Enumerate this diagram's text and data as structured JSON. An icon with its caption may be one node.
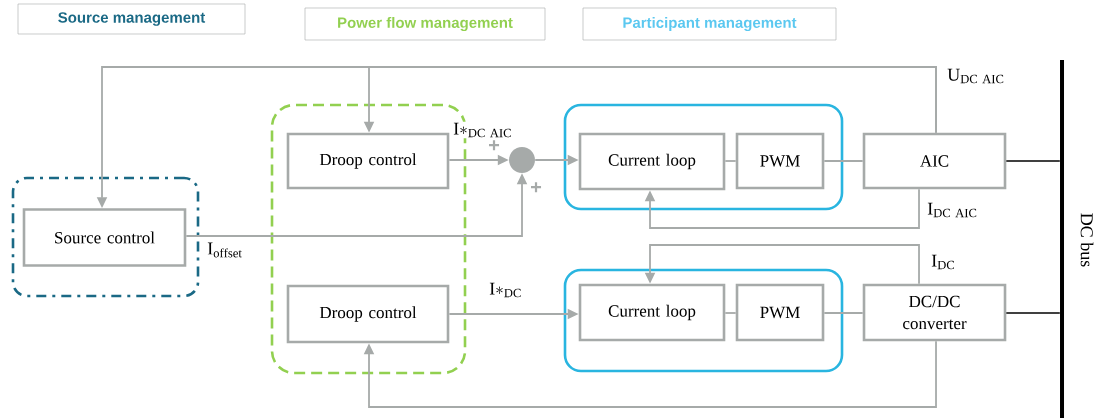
{
  "diagram": {
    "nodes": [
      {
        "text": [
          "Source management"
        ]
      },
      {
        "text": [
          "Power flow management"
        ]
      },
      {
        "text": [
          "Participant management"
        ]
      },
      {
        "text": [],
        "shape": "box"
      },
      {
        "text": [
          "Source control"
        ],
        "in": 3
      },
      {
        "text": [],
        "shape": "box"
      },
      {
        "text": [
          "Droop control"
        ],
        "in": 5
      },
      {
        "text": [
          "Droop control"
        ],
        "in": 5
      },
      {
        "text": [],
        "shape": "circle"
      },
      {
        "text": [],
        "shape": "box"
      },
      {
        "text": [
          "Current loop"
        ],
        "in": 9
      },
      {
        "text": [
          "PWM"
        ],
        "in": 9
      },
      {
        "text": [
          "AIC"
        ]
      },
      {
        "text": [],
        "shape": "box"
      },
      {
        "text": [
          "Current loop"
        ],
        "in": 13
      },
      {
        "text": [
          "PWM"
        ],
        "in": 13
      },
      {
        "text": [
          "DC/DC converter"
        ]
      },
      {
        "text": [],
        "shape": "bar",
        "beside": [
          "DC bus"
        ]
      }
    ],
    "edges": [
      {
        "from": 12,
        "to": 4,
        "arrow": "to",
        "label": "\\mathrm{U_{DC\\ AIC}}"
      },
      {
        "from": 12,
        "to": 6,
        "arrow": "to"
      },
      {
        "from": 6,
        "to": 8,
        "arrow": "to",
        "label": "\\mathrm{I*_{DC\\ AIC}}"
      },
      {
        "from": 4,
        "to": 8,
        "arrow": "to",
        "label": "\\mathrm{I_{offset}}"
      },
      {
        "from": 8,
        "to": 10,
        "arrow": "to"
      },
      {
        "from": 10,
        "to": 11,
        "arrow": "none"
      },
      {
        "from": 11,
        "to": 12,
        "arrow": "none"
      },
      {
        "from": 12,
        "to": 10,
        "arrow": "to",
        "label": "\\mathrm{I_{DC\\ AIC}}"
      },
      {
        "from": 7,
        "to": 14,
        "arrow": "to",
        "label": "\\mathrm{I*_{DC}}"
      },
      {
        "from": 14,
        "to": 15,
        "arrow": "none"
      },
      {
        "from": 15,
        "to": 16,
        "arrow": "none"
      },
      {
        "from": 16,
        "to": 14,
        "arrow": "to",
        "label": "\\mathrm{I_{DC}}"
      },
      {
        "from": 16,
        "to": 7,
        "arrow": "to"
      },
      {
        "from": 12,
        "to": 17,
        "arrow": "none",
        "color": "#000000"
      },
      {
        "from": 16,
        "to": 17,
        "arrow": "none",
        "color": "#000000"
      }
    ],
    "labels": [
      "+",
      "+"
    ]
  }
}
